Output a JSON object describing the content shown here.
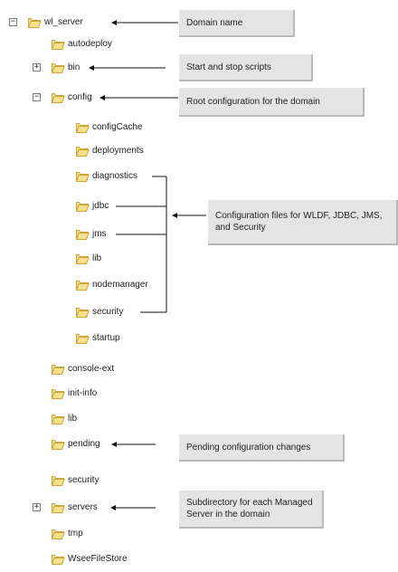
{
  "tree": {
    "root": {
      "label": "wl_server",
      "expanded": true
    },
    "items": [
      {
        "id": "autodeploy",
        "label": "autodeploy"
      },
      {
        "id": "bin",
        "label": "bin",
        "collapsed": true
      },
      {
        "id": "config",
        "label": "config",
        "expanded": true
      },
      {
        "id": "configCache",
        "label": "configCache"
      },
      {
        "id": "deployments",
        "label": "deployments"
      },
      {
        "id": "diagnostics",
        "label": "diagnostics"
      },
      {
        "id": "jdbc",
        "label": "jdbc"
      },
      {
        "id": "jms",
        "label": "jms"
      },
      {
        "id": "lib-config",
        "label": "lib"
      },
      {
        "id": "nodemanager",
        "label": "nodemanager"
      },
      {
        "id": "security-config",
        "label": "security"
      },
      {
        "id": "startup",
        "label": "startup"
      },
      {
        "id": "console-ext",
        "label": "console-ext"
      },
      {
        "id": "init-info",
        "label": "init-info"
      },
      {
        "id": "lib",
        "label": "lib"
      },
      {
        "id": "pending",
        "label": "pending"
      },
      {
        "id": "security",
        "label": "security"
      },
      {
        "id": "servers",
        "label": "servers",
        "collapsed": true
      },
      {
        "id": "tmp",
        "label": "tmp"
      },
      {
        "id": "WseeFileStore",
        "label": "WseeFileStore"
      }
    ]
  },
  "callouts": {
    "domain_name": "Domain name",
    "start_stop": "Start and stop scripts",
    "root_config": "Root configuration for the domain",
    "config_files": "Configuration files for WLDF, JDBC, JMS, and Security",
    "pending": "Pending configuration changes",
    "servers": "Subdirectory for each Managed Server in the domain"
  },
  "colors": {
    "folder_fill": "#f6e08a",
    "folder_stroke": "#c9a53a",
    "callout_bg": "#e4e4e4"
  }
}
